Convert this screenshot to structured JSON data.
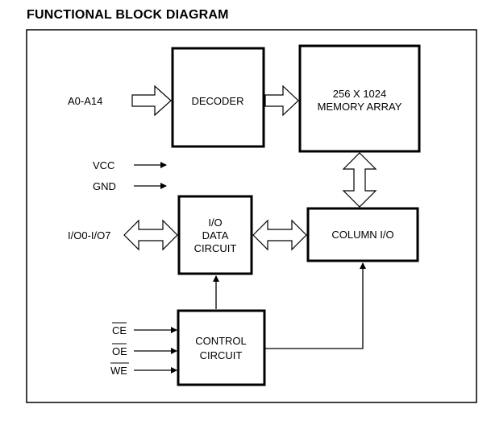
{
  "title": "FUNCTIONAL BLOCK DIAGRAM",
  "blocks": {
    "decoder": "DECODER",
    "memory_line1": "256 X 1024",
    "memory_line2": "MEMORY ARRAY",
    "column_io": "COLUMN I/O",
    "io_line1": "I/O",
    "io_line2": "DATA",
    "io_line3": "CIRCUIT",
    "control_line1": "CONTROL",
    "control_line2": "CIRCUIT"
  },
  "signals": {
    "address": "A0-A14",
    "vcc": "VCC",
    "gnd": "GND",
    "io": "I/O0-I/O7",
    "ce": "CE",
    "oe": "OE",
    "we": "WE"
  }
}
